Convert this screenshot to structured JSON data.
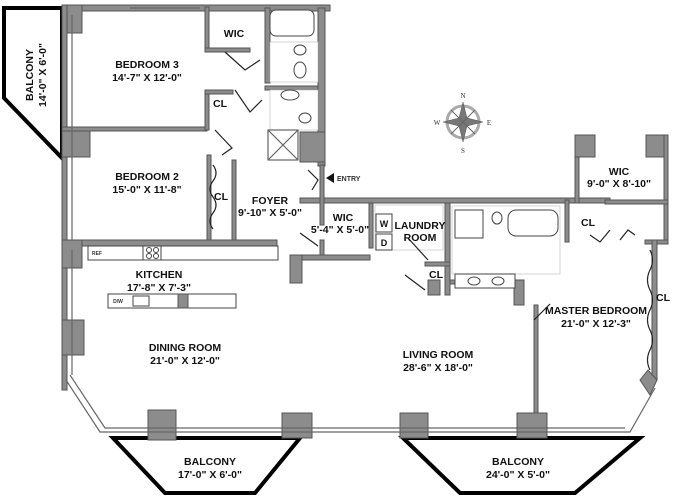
{
  "rooms": {
    "balcony_left": {
      "name": "BALCONY",
      "size": "14'-0\" X 6'-0\""
    },
    "bedroom3": {
      "name": "BEDROOM 3",
      "size": "14'-7\" X 12'-0\""
    },
    "wic_bed3": {
      "name": "WIC"
    },
    "cl_bed3": {
      "name": "CL"
    },
    "bedroom2": {
      "name": "BEDROOM 2",
      "size": "15'-0\" X 11'-8\""
    },
    "cl_bed2": {
      "name": "CL"
    },
    "foyer": {
      "name": "FOYER",
      "size": "9'-10\" X 5'-0\""
    },
    "entry": {
      "name": "ENTRY"
    },
    "wic_foyer": {
      "name": "WIC",
      "size": "5'-4\" X 5'-0\""
    },
    "laundry": {
      "name": "LAUNDRY",
      "name2": "ROOM"
    },
    "cl_laundry": {
      "name": "CL"
    },
    "wic_master": {
      "name": "WIC",
      "size": "9'-0\" X 8'-10\""
    },
    "cl_master": {
      "name": "CL"
    },
    "cl_master_side": {
      "name": "CL"
    },
    "master_bedroom": {
      "name": "MASTER BEDROOM",
      "size": "21'-0\" X 12'-3\""
    },
    "kitchen": {
      "name": "KITCHEN",
      "size": "17'-8\" X 7'-3\""
    },
    "dining": {
      "name": "DINING ROOM",
      "size": "21'-0\" X 12'-0\""
    },
    "living": {
      "name": "LIVING ROOM",
      "size": "28'-6\" X 18'-0\""
    },
    "balcony_dining": {
      "name": "BALCONY",
      "size": "17'-0\" X 6'-0\""
    },
    "balcony_living": {
      "name": "BALCONY",
      "size": "24'-0\" X 5'-0\""
    }
  },
  "appliances": {
    "ref": "REF",
    "dw": "D/W",
    "washer": "W",
    "dryer": "D"
  },
  "compass": {
    "n": "N",
    "e": "E",
    "s": "S",
    "w": "W"
  }
}
